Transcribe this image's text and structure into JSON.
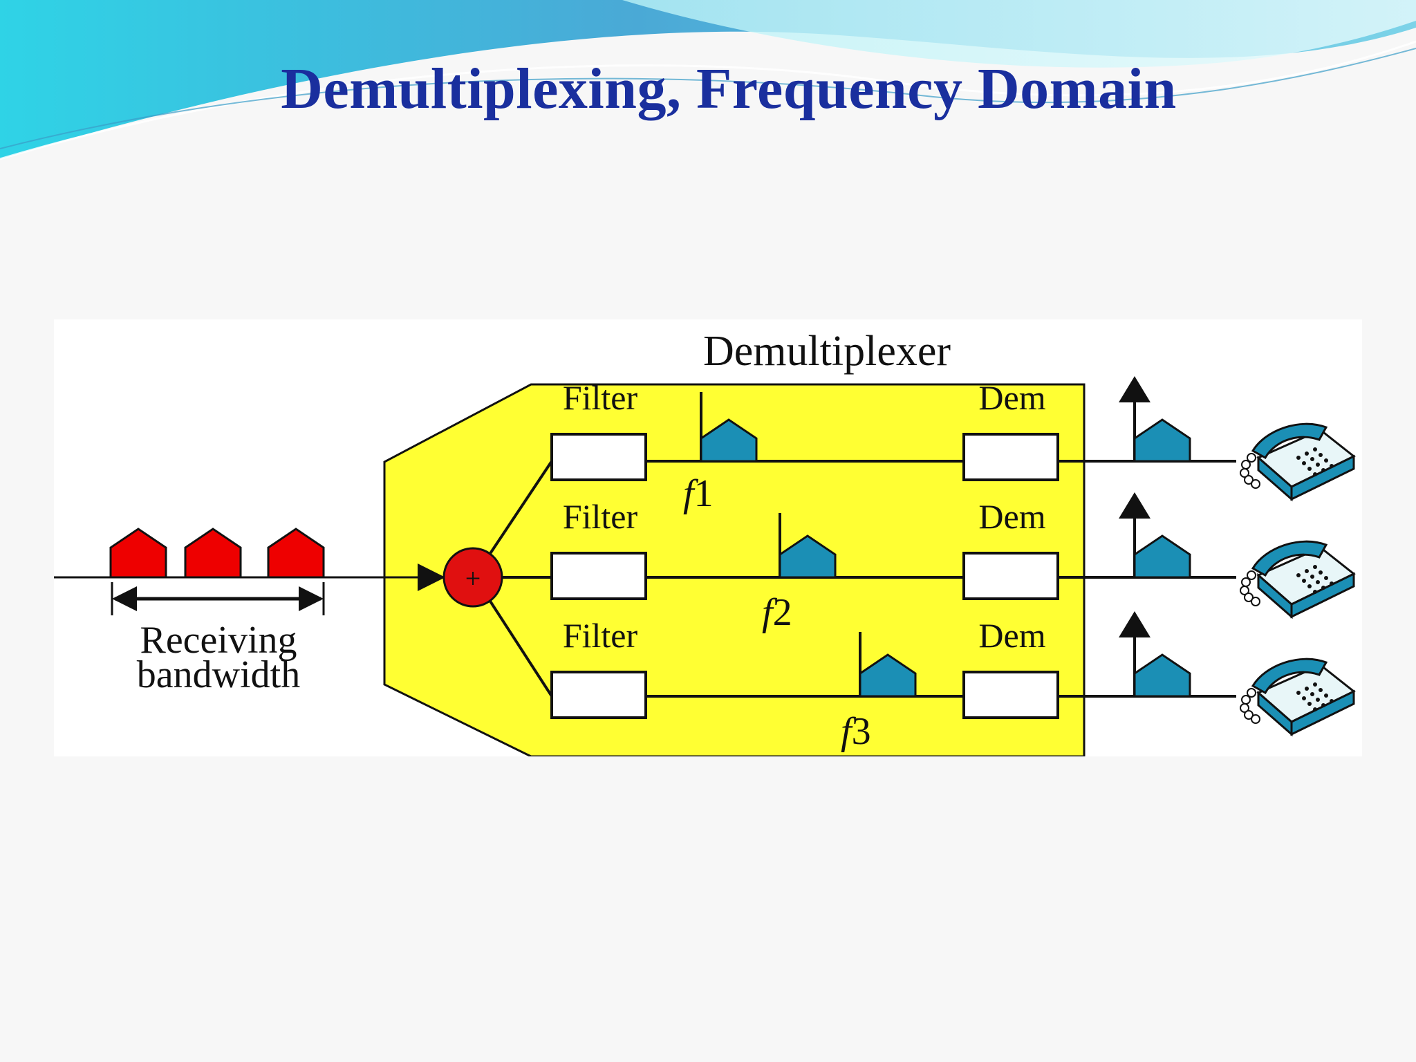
{
  "slide": {
    "title": "Demultiplexing, Frequency Domain"
  },
  "diagram": {
    "block_label": "Demultiplexer",
    "adder_symbol": "+",
    "receiving_label_line1": "Receiving",
    "receiving_label_line2": "bandwidth",
    "channels": [
      {
        "filter_label": "Filter",
        "dem_label": "Dem",
        "freq_italic": "f",
        "freq_index": "1"
      },
      {
        "filter_label": "Filter",
        "dem_label": "Dem",
        "freq_italic": "f",
        "freq_index": "2"
      },
      {
        "filter_label": "Filter",
        "dem_label": "Dem",
        "freq_italic": "f",
        "freq_index": "3"
      }
    ]
  },
  "colors": {
    "title": "#1a2f9e",
    "demux_fill": "#ffff33",
    "spectrum_blue": "#1b8fb5",
    "spectrum_red": "#ee0000",
    "adder": "#e01010"
  },
  "icons": [
    "telephone-icon",
    "arrow-up-icon",
    "spectrum-icon"
  ]
}
